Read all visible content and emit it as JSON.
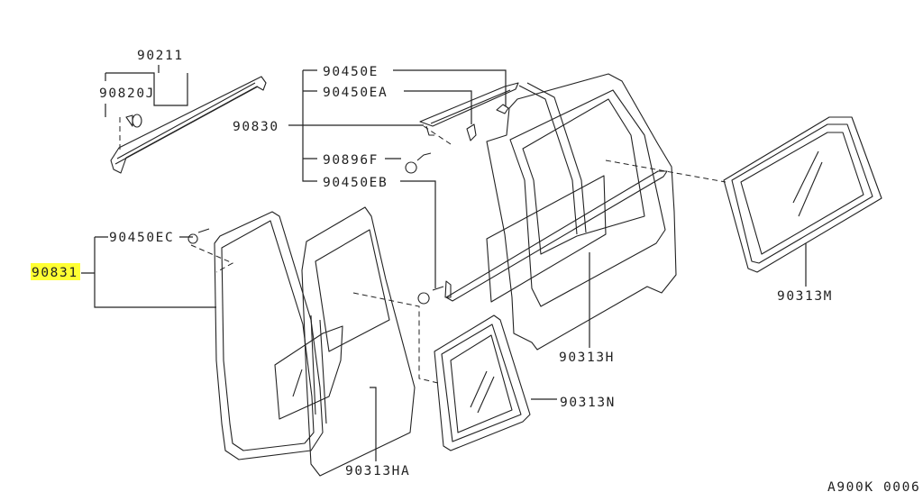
{
  "diagram": {
    "highlight_color": "#ffff33",
    "labels": {
      "p90211": "90211",
      "p90820J": "90820J",
      "p90450E": "90450E",
      "p90450EA": "90450EA",
      "p90830": "90830",
      "p90896F": "90896F",
      "p90450EB": "90450EB",
      "p90450EC": "90450EC",
      "p90831": "90831",
      "p90313M": "90313M",
      "p90313H": "90313H",
      "p90313N": "90313N",
      "p90313HA": "90313HA"
    },
    "figure_code": "A900K 0006"
  }
}
